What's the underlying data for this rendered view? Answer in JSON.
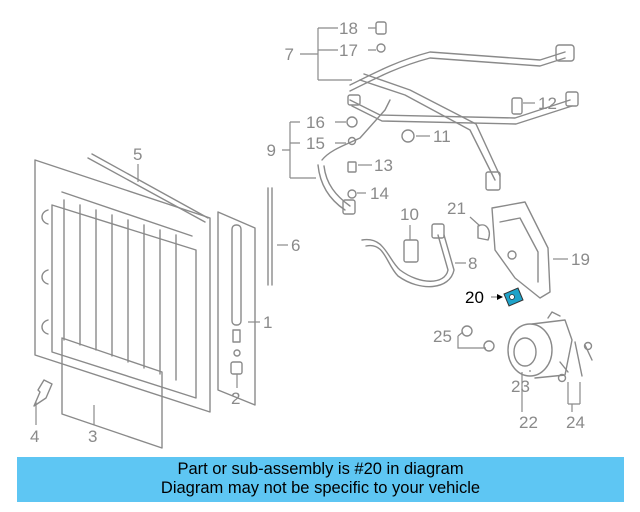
{
  "colors": {
    "line": "#8a8a8a",
    "highlight_part": "#1fa3c9",
    "banner_bg": "#5ec6f3",
    "banner_text": "#000000"
  },
  "diagram": {
    "callouts": {
      "c1": "1",
      "c2": "2",
      "c3": "3",
      "c4": "4",
      "c5": "5",
      "c6": "6",
      "c7": "7",
      "c8": "8",
      "c9": "9",
      "c10": "10",
      "c11": "11",
      "c12": "12",
      "c13": "13",
      "c14": "14",
      "c15": "15",
      "c16": "16",
      "c17": "17",
      "c18": "18",
      "c19": "19",
      "c20": "20",
      "c21": "21",
      "c22": "22",
      "c23": "23",
      "c24": "24",
      "c25": "25"
    },
    "highlighted_part": "20"
  },
  "banner": {
    "line1": "Part or sub-assembly is #20 in diagram",
    "line2": "Diagram may not be specific to your vehicle"
  }
}
